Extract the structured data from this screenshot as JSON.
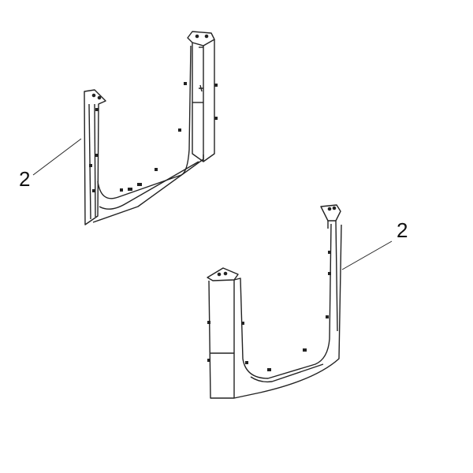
{
  "diagram": {
    "type": "exploded parts illustration",
    "parts": [
      {
        "id": "upper-bracket",
        "callout": "2"
      },
      {
        "id": "lower-bracket",
        "callout": "2"
      }
    ],
    "colors": {
      "line": "#222222",
      "background": "#ffffff"
    }
  }
}
